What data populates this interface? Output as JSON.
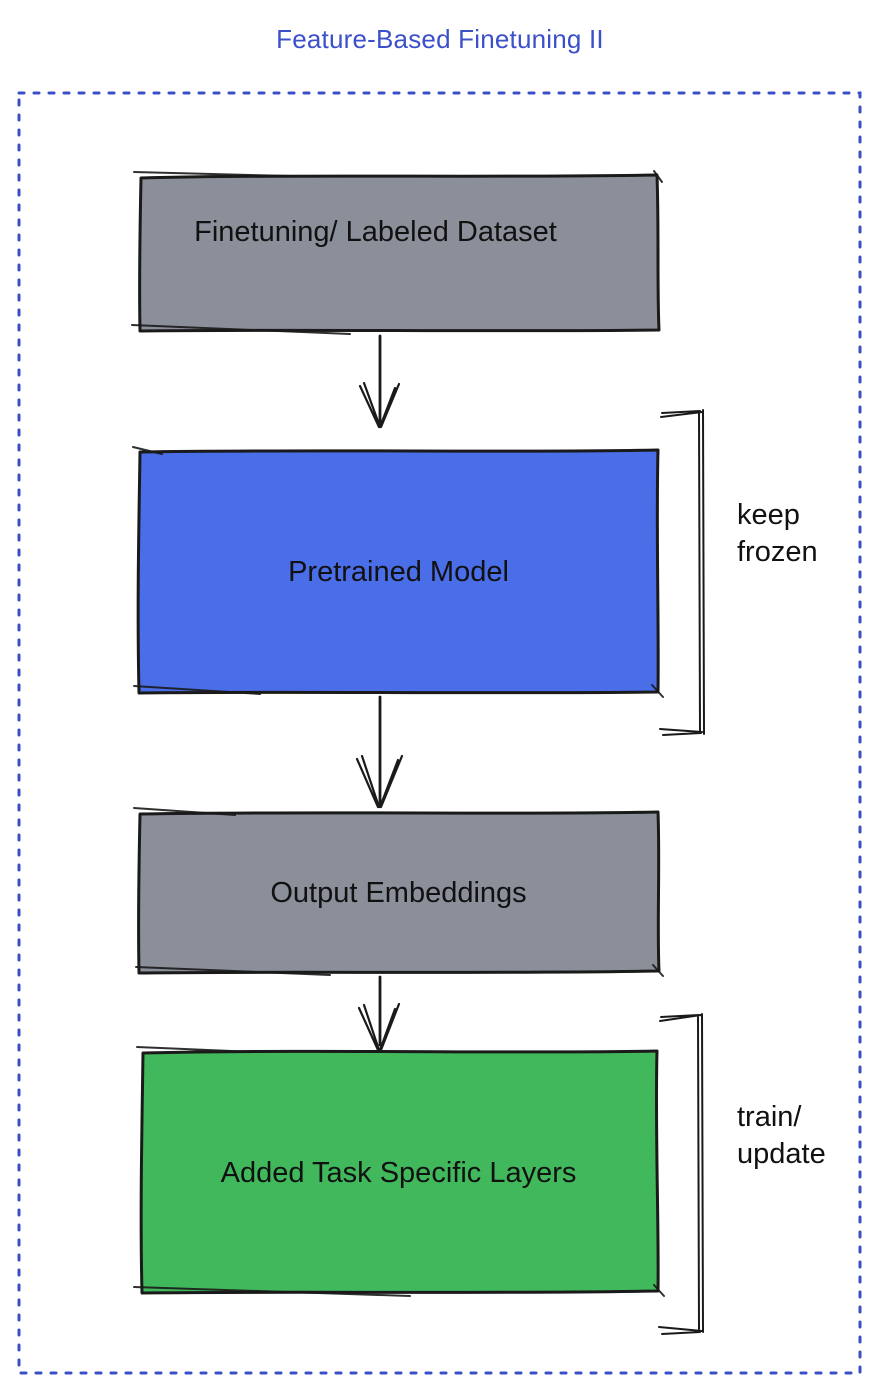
{
  "title": "Feature-Based Finetuning II",
  "colors": {
    "title_blue": "#3b50c9",
    "dotted_border_blue": "#3a4fc6",
    "box_gray": "#8a8f99",
    "box_blue": "#4a6de8",
    "box_green": "#41b85c",
    "ink": "#1a1a1a"
  },
  "nodes": [
    {
      "id": "dataset",
      "label": "Finetuning/ Labeled Dataset"
    },
    {
      "id": "pretrained",
      "label": "Pretrained Model"
    },
    {
      "id": "embeddings",
      "label": "Output Embeddings"
    },
    {
      "id": "tasklayers",
      "label": "Added Task Specific Layers"
    }
  ],
  "annotations": [
    {
      "target": "pretrained",
      "line1": "keep",
      "line2": "frozen"
    },
    {
      "target": "tasklayers",
      "line1": "train/",
      "line2": "update"
    }
  ]
}
